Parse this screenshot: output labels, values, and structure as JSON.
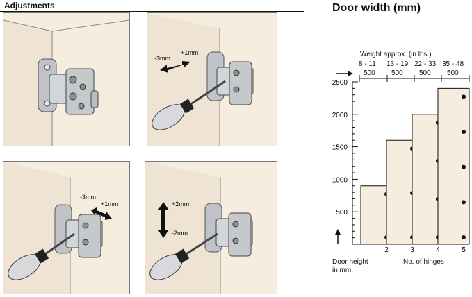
{
  "adjustments_title": "Adjustments",
  "panels": [
    {
      "id": "hinge-closeup"
    },
    {
      "id": "side-adjust",
      "left": "-3mm",
      "right": "+1mm"
    },
    {
      "id": "depth-adjust",
      "left": "-3mm",
      "right": "+1mm"
    },
    {
      "id": "height-adjust",
      "top": "+2mm",
      "bottom": "-2mm"
    }
  ],
  "chart_title": "Door width (mm)",
  "chart_data": {
    "type": "bar",
    "weight_header": "Weight approx. (in lbs.)",
    "weight_ranges": [
      "8 - 11",
      "13 - 19",
      "22 - 33",
      "35 - 48"
    ],
    "door_width_labels": [
      "500",
      "500",
      "500",
      "500"
    ],
    "categories": [
      "2",
      "3",
      "4",
      "5"
    ],
    "values": [
      900,
      1600,
      2000,
      2400
    ],
    "hinge_dots": [
      2,
      3,
      4,
      5
    ],
    "y_ticks": [
      "2500",
      "2000",
      "1500",
      "1000",
      "500"
    ],
    "ylim": [
      0,
      2500
    ],
    "ylabel": "Door height in mm",
    "xlabel": "No. of hinges"
  },
  "ylabel_lines": [
    "Door height",
    "in mm"
  ],
  "xlabel_text": "No. of hinges"
}
